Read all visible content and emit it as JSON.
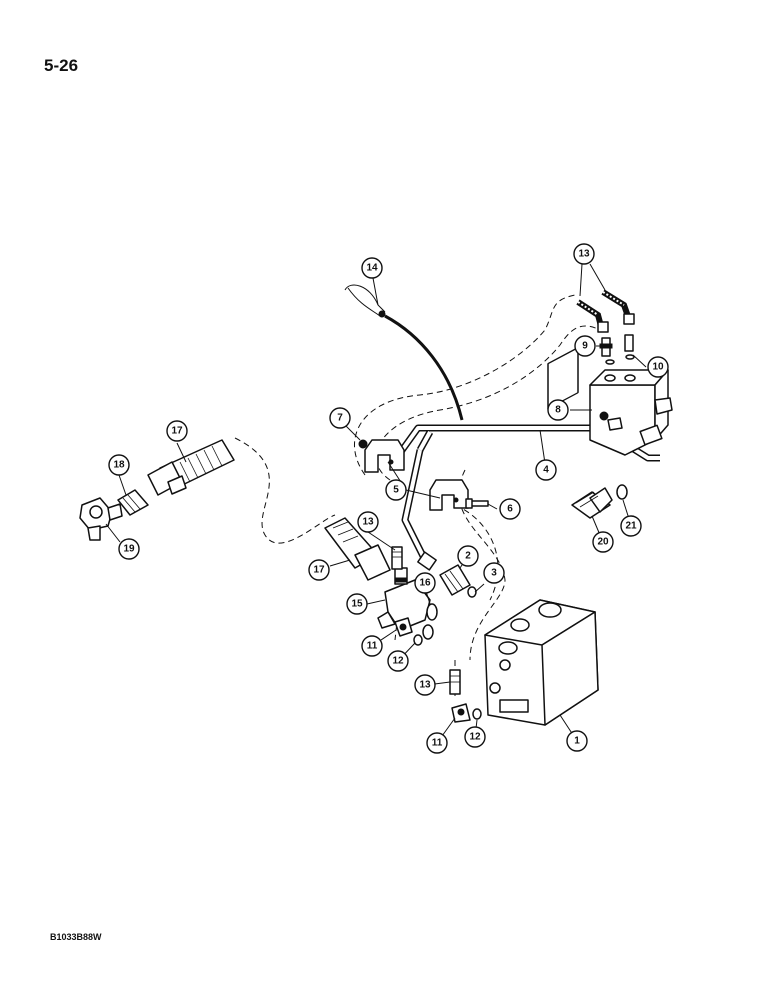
{
  "page": {
    "number": "5-26",
    "figure_code": "B1033B88W"
  },
  "callouts": [
    "1",
    "2",
    "3",
    "4",
    "5",
    "6",
    "7",
    "8",
    "9",
    "10",
    "11",
    "11",
    "12",
    "12",
    "13",
    "13",
    "13",
    "14",
    "15",
    "16",
    "17",
    "17",
    "18",
    "19",
    "20",
    "21"
  ]
}
